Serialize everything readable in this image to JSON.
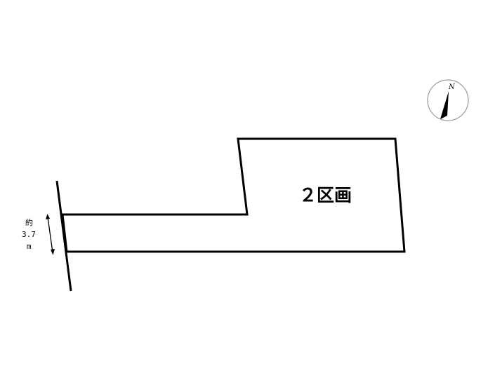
{
  "lot": {
    "label": "２区画"
  },
  "road_width": {
    "prefix": "約",
    "value": "3.7",
    "unit": "m"
  },
  "compass": {
    "north_label": "N",
    "icon": "north-arrow-icon"
  },
  "colors": {
    "line": "#000000",
    "background": "#ffffff",
    "compass_ring": "#999999"
  }
}
